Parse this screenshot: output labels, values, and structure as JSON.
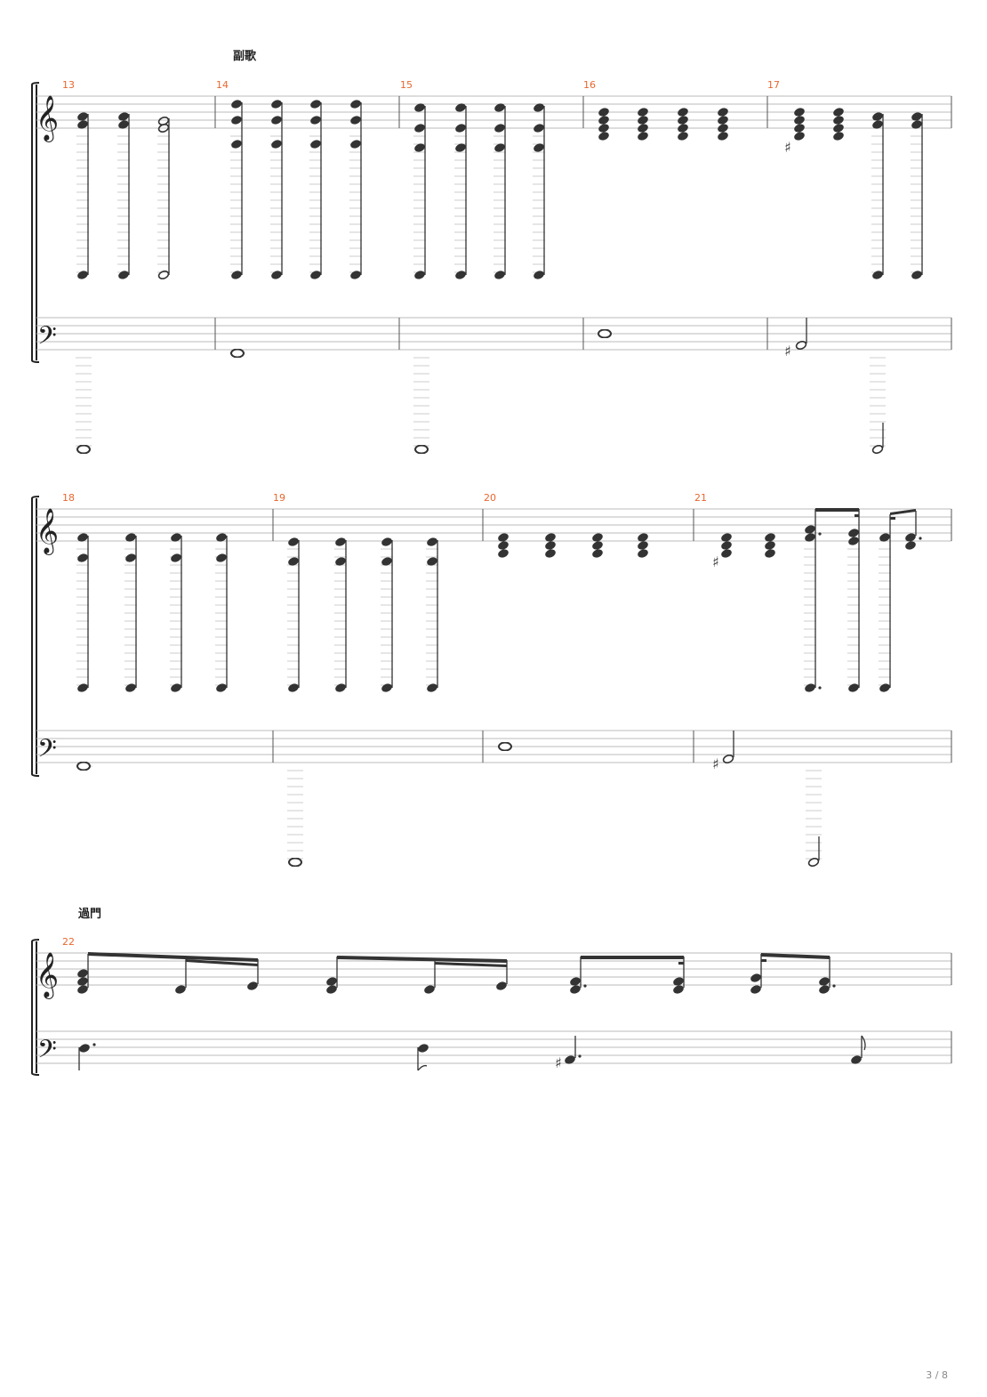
{
  "page": {
    "number_label": "3 / 8"
  },
  "sections": [
    {
      "id": "chorus",
      "label": "副歌",
      "system": 0
    },
    {
      "id": "interlude",
      "label": "過門",
      "system": 2
    }
  ],
  "systems": [
    {
      "index": 0,
      "measure_numbers": [
        "13",
        "14",
        "15",
        "16",
        "17"
      ]
    },
    {
      "index": 1,
      "measure_numbers": [
        "18",
        "19",
        "20",
        "21"
      ]
    },
    {
      "index": 2,
      "measure_numbers": [
        "22"
      ]
    }
  ],
  "clefs": {
    "treble": "𝄞",
    "bass": "𝄢"
  }
}
